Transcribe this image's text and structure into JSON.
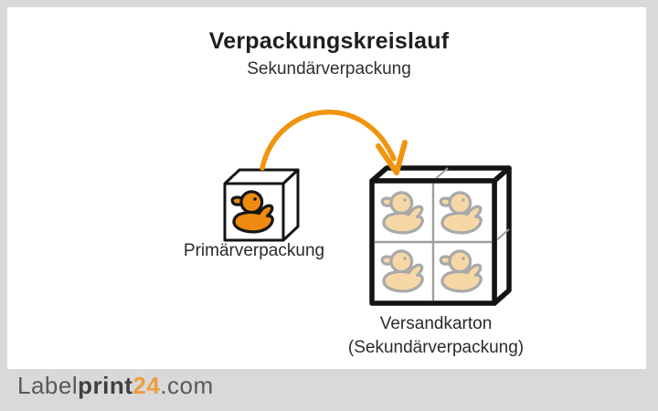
{
  "header": {
    "title": "Verpackungskreislauf",
    "subtitle": "Sekundärverpackung"
  },
  "diagram": {
    "primary_package_label": "Primärverpackung",
    "shipping_box_label_line1": "Versandkarton",
    "shipping_box_label_line2": "(Sekundärverpackung)",
    "primary_box_duck_count": 1,
    "shipping_box_duck_count": 4,
    "icons": {
      "primary_box": "duck-box-icon",
      "shipping_box": "duck-carton-icon",
      "arrow": "curved-arrow-icon"
    }
  },
  "footer": {
    "logo": {
      "part_label": "Label",
      "part_print": "print",
      "part_number": "24",
      "part_domain": ".com"
    }
  },
  "colors": {
    "page_background": "#D9D9D9",
    "card_background": "#FFFFFF",
    "arrow_orange": "#F0940F",
    "duck_orange": "#EE8A10",
    "duck_pale_fill": "#F6D8A7",
    "duck_pale_outline": "#A9A9A9",
    "box_outline": "#141414",
    "logo_orange": "#EC9E3E",
    "text_dark": "#1F1F1F"
  }
}
